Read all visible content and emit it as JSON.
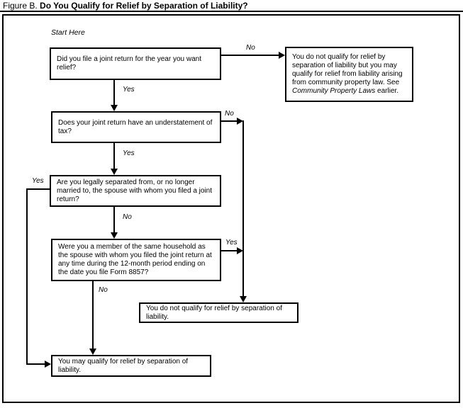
{
  "title": {
    "prefix": "Figure B.",
    "main": " Do You Qualify for Relief by Separation of Liability?"
  },
  "flowchart": {
    "start_label": "Start Here",
    "decision_labels": {
      "yes": "Yes",
      "no": "No"
    },
    "nodes": {
      "q_joint_return": "Did you file a joint return for the year you want relief?",
      "q_understatement": "Does your joint return have an understatement of tax?",
      "q_separated": "Are you legally separated from, or no longer married to, the spouse with whom you filed a joint return?",
      "q_household": "Were you a member of the same household as the spouse with whom you filed the joint return at any time during the 12-month period ending on the date you file Form 8857?",
      "outcome_community": {
        "before": "You do not qualify for relief by separation of liability but you may qualify for relief from liability arising from community property law. See ",
        "italic": "Community Property Laws",
        "after": " earlier."
      },
      "outcome_no_qualify": "You do not qualify for relief by separation of liability.",
      "outcome_may_qualify": "You may qualify for relief by separation of liability."
    }
  },
  "colors": {
    "ink": "#000000",
    "paper": "#ffffff"
  }
}
